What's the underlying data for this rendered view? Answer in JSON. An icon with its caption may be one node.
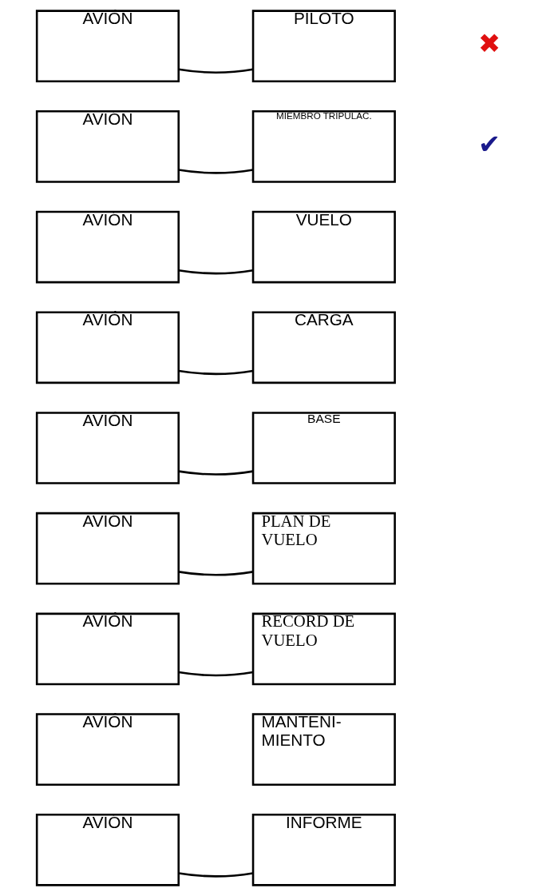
{
  "diagram": {
    "nodes": [
      {
        "text": [
          "AVIÓN"
        ]
      },
      {
        "text": [
          "PILOTO"
        ],
        "beside": [
          "✖"
        ]
      },
      {
        "text": [
          "AVIÓN"
        ]
      },
      {
        "text": [
          "MIEMBRO TRIPULAC."
        ],
        "beside": [
          "✔"
        ]
      },
      {
        "text": [
          "AVIÓN"
        ]
      },
      {
        "text": [
          "VUELO"
        ]
      },
      {
        "text": [
          "AVIÓN"
        ]
      },
      {
        "text": [
          "CARGA"
        ]
      },
      {
        "text": [
          "AVIÓN"
        ]
      },
      {
        "text": [
          "BASE"
        ]
      },
      {
        "text": [
          "AVIÓN"
        ]
      },
      {
        "text": [
          "PLAN DE VUELO"
        ]
      },
      {
        "text": [
          "AVIÓN"
        ]
      },
      {
        "text": [
          "RECORD DE VUELO"
        ]
      },
      {
        "text": [
          "AVIÓN"
        ]
      },
      {
        "text": [
          "MANTENI- MIENTO"
        ]
      },
      {
        "text": [
          "AVIÓN"
        ]
      },
      {
        "text": [
          "INFORME"
        ]
      }
    ],
    "edges": [
      {
        "from": 0,
        "to": 1,
        "arrow": "none"
      },
      {
        "from": 2,
        "to": 3,
        "arrow": "none"
      },
      {
        "from": 4,
        "to": 5,
        "arrow": "none"
      },
      {
        "from": 6,
        "to": 7,
        "arrow": "none"
      },
      {
        "from": 8,
        "to": 9,
        "arrow": "none"
      },
      {
        "from": 10,
        "to": 11,
        "arrow": "none"
      },
      {
        "from": 12,
        "to": 13,
        "arrow": "none"
      },
      {
        "from": 16,
        "to": 17,
        "arrow": "none"
      }
    ]
  }
}
